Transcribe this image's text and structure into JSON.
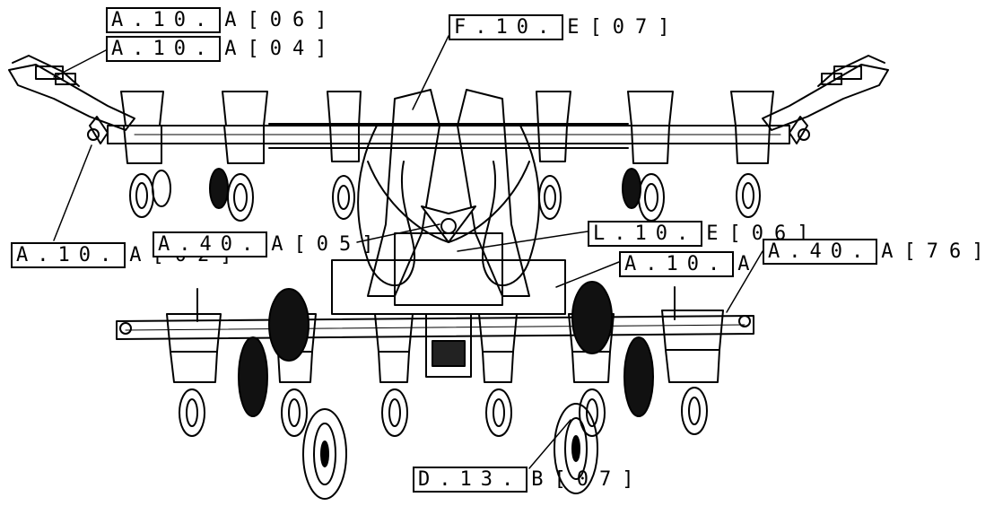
{
  "callouts": [
    {
      "id": "a10a06",
      "box": "A.10.",
      "rest": "A[06]"
    },
    {
      "id": "a10a04",
      "box": "A.10.",
      "rest": "A[04]"
    },
    {
      "id": "f10e07",
      "box": "F.10.",
      "rest": "E[07]"
    },
    {
      "id": "a10a02",
      "box": "A.10.",
      "rest": "A[02]"
    },
    {
      "id": "a40a05",
      "box": "A.40.",
      "rest": "A[05]"
    },
    {
      "id": "l10e06",
      "box": "L.10.",
      "rest": "E[06]"
    },
    {
      "id": "a40a76",
      "box": "A.40.",
      "rest": "A[76]"
    },
    {
      "id": "a10a",
      "box": "A.10.",
      "rest": "A"
    },
    {
      "id": "d13b07",
      "box": "D.13.",
      "rest": "B[07]"
    }
  ],
  "colors": {
    "ink": "#000000",
    "paper": "#ffffff",
    "shade": "#cfcfcf"
  }
}
